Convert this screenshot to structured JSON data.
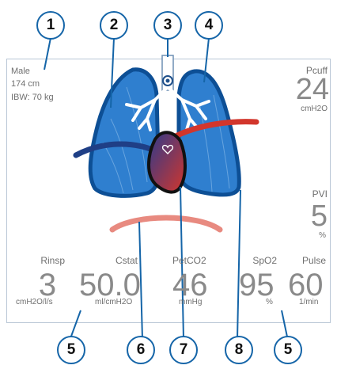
{
  "patient": {
    "gender": "Male",
    "height": "174 cm",
    "ibw": "IBW: 70 kg"
  },
  "pcuff": {
    "label": "Pcuff",
    "value": "24",
    "unit": "cmH2O"
  },
  "pvi": {
    "label": "PVI",
    "value": "5",
    "unit": "%"
  },
  "metrics": [
    {
      "label": "Rinsp",
      "value": "3",
      "unit": "cmH2O/l/s"
    },
    {
      "label": "Cstat",
      "value": "50.0",
      "unit": "ml/cmH2O"
    },
    {
      "label": "PetCO2",
      "value": "46",
      "unit": "mmHg"
    },
    {
      "label": "SpO2",
      "value": "95",
      "unit": "%"
    },
    {
      "label": "Pulse",
      "value": "60",
      "unit": "1/min"
    }
  ],
  "callouts": [
    "1",
    "2",
    "3",
    "4",
    "5",
    "6",
    "7",
    "8",
    "5"
  ],
  "colors": {
    "accent": "#1565a8",
    "lung": "#2f7fcf",
    "lungDark": "#0d4f95",
    "artery": "#d2362c",
    "vein": "#1f3f86",
    "diaphragm": "#e88a80"
  }
}
